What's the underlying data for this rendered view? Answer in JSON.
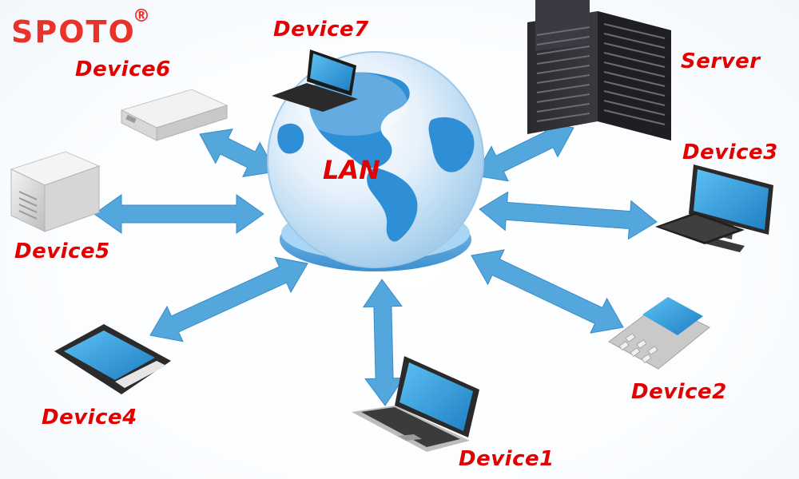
{
  "brand": {
    "name": "SPOTO",
    "mark": "®"
  },
  "hub": {
    "label": "LAN"
  },
  "nodes": {
    "device1": {
      "label": "Device1",
      "icon": "laptop-icon"
    },
    "device2": {
      "label": "Device2",
      "icon": "mobile-phone-icon"
    },
    "device3": {
      "label": "Device3",
      "icon": "desktop-monitor-icon"
    },
    "device4": {
      "label": "Device4",
      "icon": "tablet-icon"
    },
    "device5": {
      "label": "Device5",
      "icon": "nas-box-icon"
    },
    "device6": {
      "label": "Device6",
      "icon": "router-box-icon"
    },
    "device7": {
      "label": "Device7",
      "icon": "laptop-icon"
    },
    "server": {
      "label": "Server",
      "icon": "server-rack-icon"
    }
  },
  "colors": {
    "label_red": "#e30000",
    "brand_red": "#e8322a",
    "arrow_blue": "#4aa3dc",
    "globe_blue": "#2f8fd6"
  }
}
